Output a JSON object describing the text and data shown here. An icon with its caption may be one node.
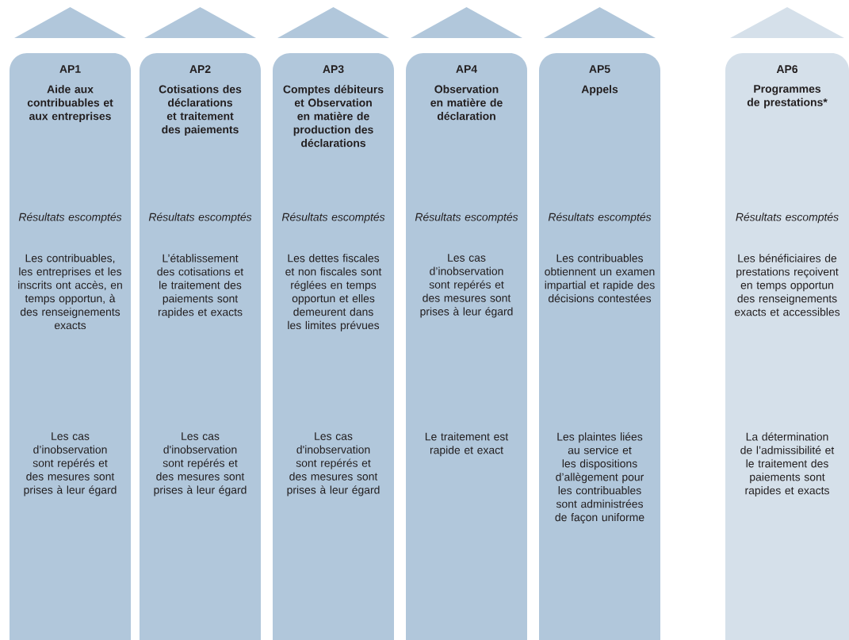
{
  "diagram": {
    "nodes": [
      {
        "text": [],
        "shape": "triangle"
      },
      {
        "text": [],
        "shape": "triangle"
      },
      {
        "text": [],
        "shape": "triangle"
      },
      {
        "text": [],
        "shape": "triangle"
      },
      {
        "text": [],
        "shape": "triangle"
      },
      {
        "text": [],
        "shape": "triangle"
      },
      {
        "text": [
          "AP1",
          "Aide aux contribuables et aux entreprises",
          "Résultats escomptés",
          "Les contribuables, les entreprises et les inscrits ont accès, en temps opportun, à des renseignements exacts",
          "Les cas d’inobservation sont repérés et des mesures sont prises à leur égard"
        ]
      },
      {
        "text": [
          "AP2",
          "Cotisations des déclarations et traitement des paiements",
          "Résultats escomptés",
          "L’établissement des cotisations et le traitement des paiements sont rapides et exacts",
          "Les cas d'inobservation sont repérés et des mesures sont prises à leur égard"
        ]
      },
      {
        "text": [
          "AP3",
          "Comptes débiteurs et Observation en matière de production des déclarations",
          "Résultats escomptés",
          "Les dettes fiscales et non fiscales sont réglées en temps opportun et elles demeurent dans les limites prévues",
          "Les cas d'inobservation sont repérés et des mesures sont prises à leur égard"
        ]
      },
      {
        "text": [
          "AP4",
          "Observation en matière de déclaration",
          "Résultats escomptés",
          "Les cas d’inobservation sont repérés et des mesures sont prises à leur égard",
          "Le traitement est rapide et exact"
        ]
      },
      {
        "text": [
          "AP5",
          "Appels",
          "Résultats escomptés",
          "Les contribuables obtiennent un examen impartial et rapide des décisions contestées",
          "Les plaintes liées au service et les dispositions d’allègement pour les contribuables sont administrées de façon uniforme"
        ]
      },
      {
        "text": [
          "AP6",
          "Programmes de prestations*",
          "Résultats escomptés",
          "Les bénéficiaires de prestations reçoivent en temps opportun des renseignements exacts et accessibles",
          "La détermination de l’admissibilité et le traitement des paiements sont rapides et exacts"
        ]
      }
    ]
  }
}
